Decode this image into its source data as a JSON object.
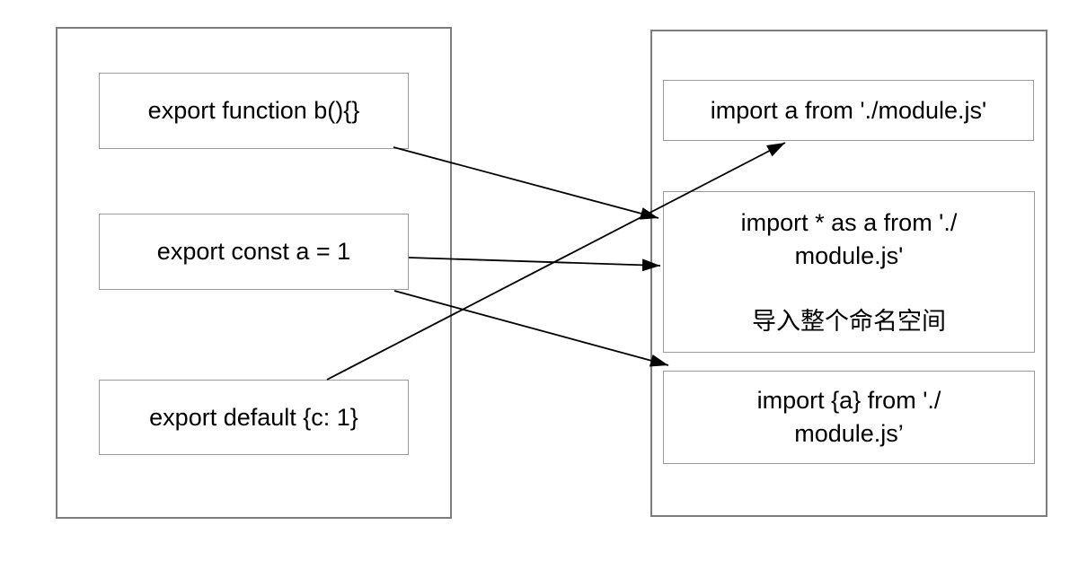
{
  "exports_panel": {
    "items": [
      {
        "label": "export function b(){}"
      },
      {
        "label": "export const a = 1"
      },
      {
        "label": "export default {c: 1}"
      }
    ]
  },
  "imports_panel": {
    "items": [
      {
        "label": "import a from './module.js'"
      },
      {
        "label": "import * as a from './\nmodule.js'",
        "note": "导入整个命名空间"
      },
      {
        "label": "import {a} from './\nmodule.js’"
      }
    ]
  },
  "colors": {
    "background": "#ffffff",
    "panel_border": "#7d7d7d",
    "node_border": "#9b9b9b",
    "arrow": "#000000",
    "text": "#000000"
  }
}
